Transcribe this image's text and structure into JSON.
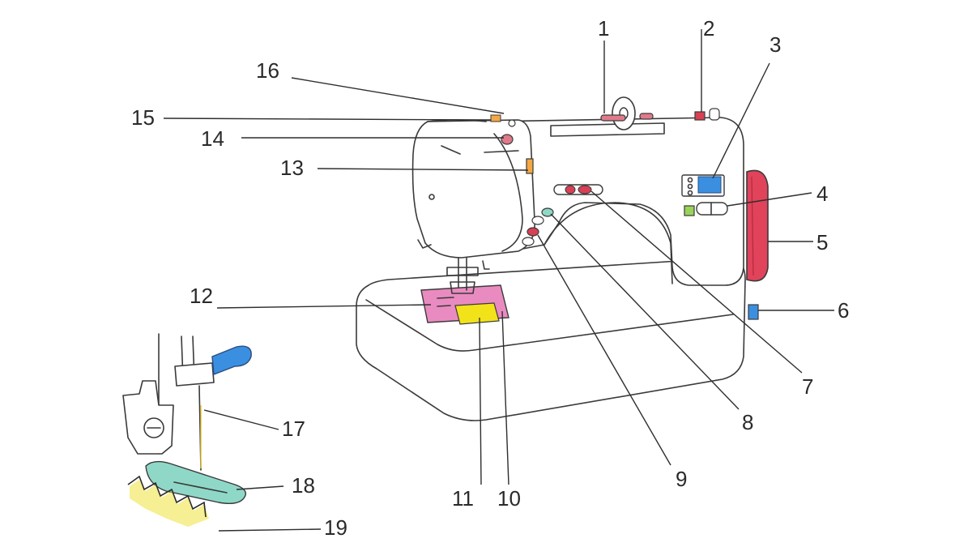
{
  "labels": {
    "l1": "1",
    "l2": "2",
    "l3": "3",
    "l4": "4",
    "l5": "5",
    "l6": "6",
    "l7": "7",
    "l8": "8",
    "l9": "9",
    "l10": "10",
    "l11": "11",
    "l12": "12",
    "l13": "13",
    "l14": "14",
    "l15": "15",
    "l16": "16",
    "l17": "17",
    "l18": "18",
    "l19": "19"
  },
  "colors": {
    "ink": "#3a3a3a",
    "handwheel": "#e0435a",
    "display": "#3b8fe0",
    "speed_slider": "#d94055",
    "needle_plate": "#e98bc0",
    "bobbin_cover": "#f2e21a",
    "presser_foot": "#8fd8c8",
    "needle_clamp_screw": "#3b8fe0",
    "spool_pin": "#e07a8a",
    "power_switch": "#3b8fe0",
    "buttons_green": "#9ad35a",
    "thread_guide_orange": "#f5a742",
    "fabric_zigzag": "#efe23a"
  }
}
